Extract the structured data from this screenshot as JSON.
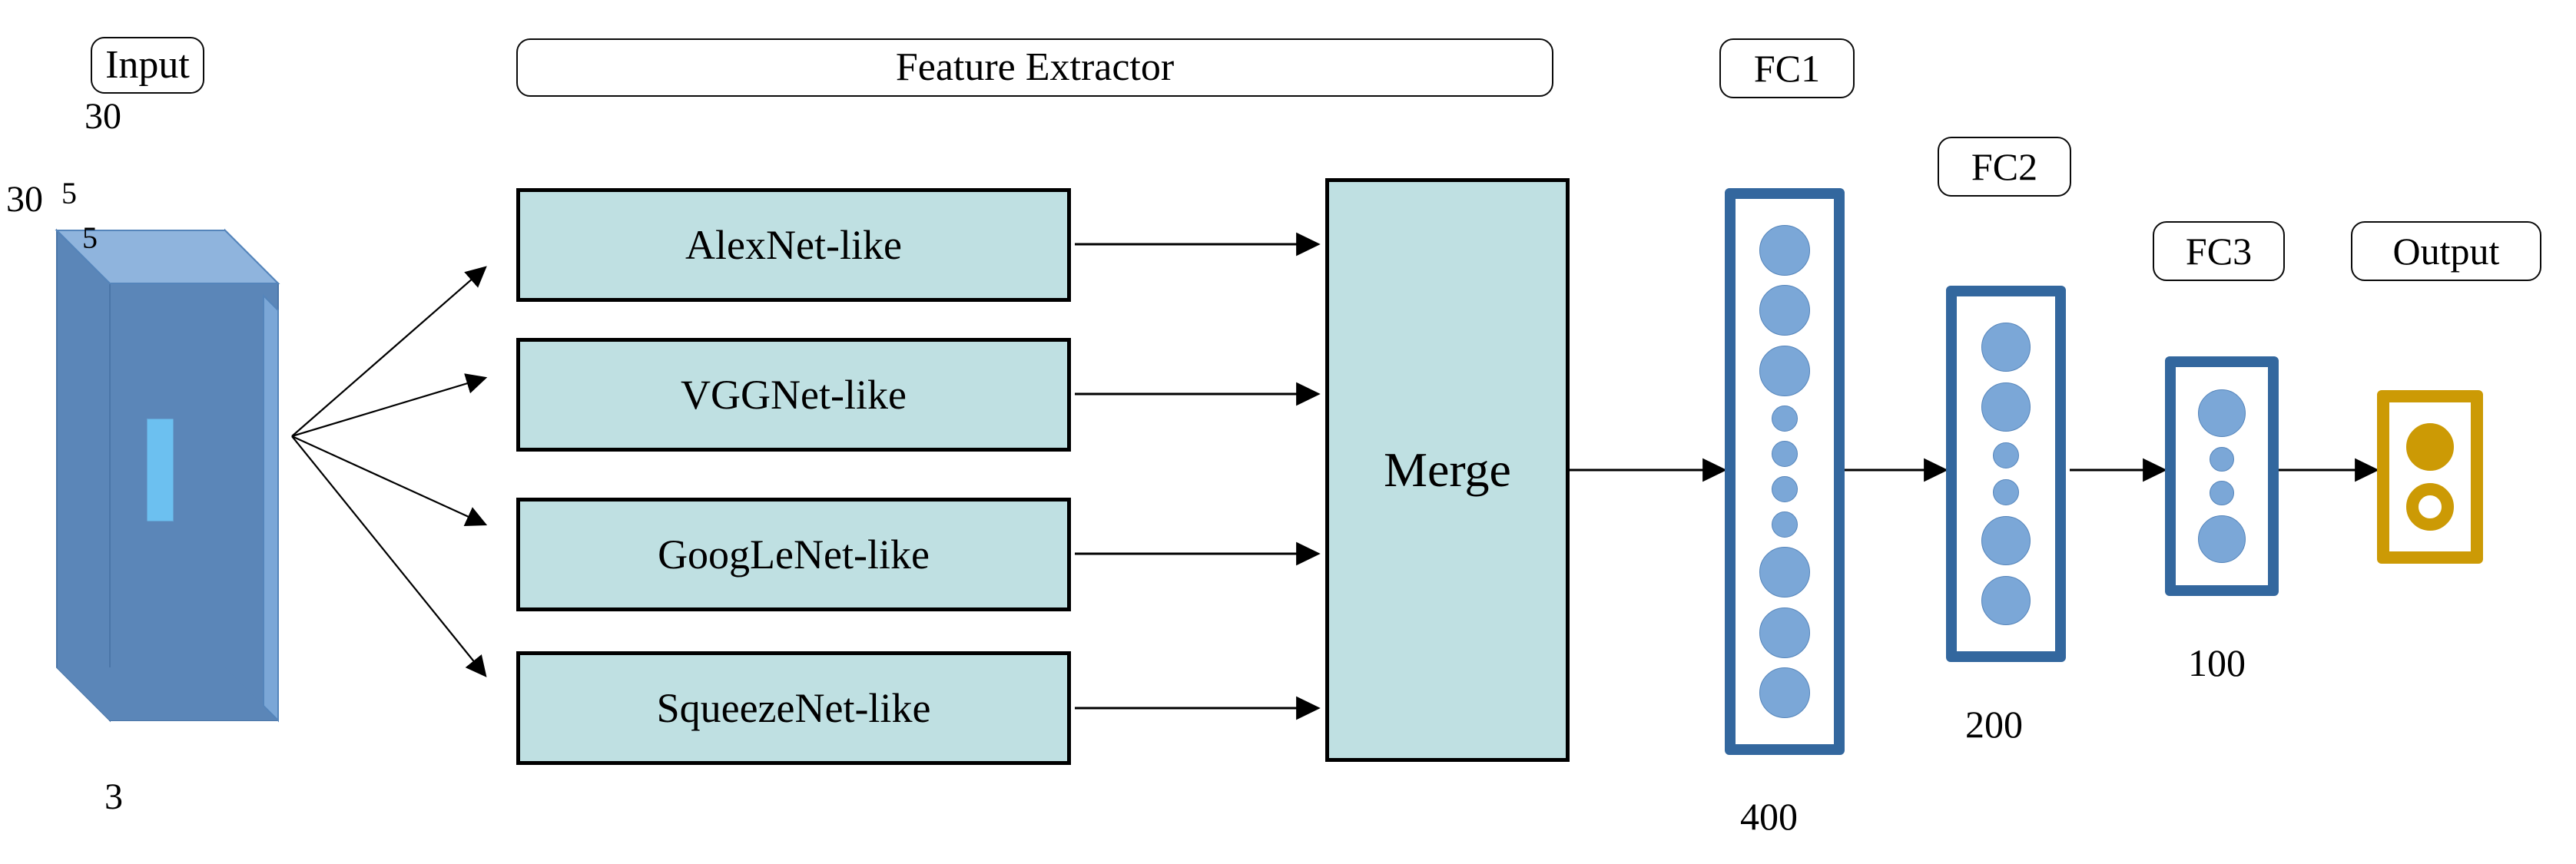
{
  "diagram": {
    "title": "Multi-branch CNN architecture",
    "background": "#ffffff"
  },
  "palette": {
    "extractor_fill": "#bfe0e2",
    "extractor_border": "#000000",
    "volume_front": "#5b86b8",
    "volume_side": "#7ba7d7",
    "volume_patch": "#6cc0f0",
    "fc_border": "#33679e",
    "fc_node": "#7ba7d7",
    "output_border": "#cc9a05",
    "output_node": "#cc9a05",
    "arrow": "#000000"
  },
  "captions": {
    "input": "Input",
    "feature_extractor": "Feature  Extractor",
    "fc1": "FC1",
    "fc2": "FC2",
    "fc3": "FC3",
    "output": "Output"
  },
  "input_volume": {
    "width_label": "30",
    "height_label": "30",
    "depth_label": "3",
    "patch_width_label": "5",
    "patch_height_label": "5"
  },
  "extractor": {
    "branches": [
      {
        "label": "AlexNet-like"
      },
      {
        "label": "VGGNet-like"
      },
      {
        "label": "GoogLeNet-like"
      },
      {
        "label": "SqueezeNet-like"
      }
    ],
    "merge_label": "Merge"
  },
  "dense_layers": [
    {
      "name": "FC1",
      "units_label": "400",
      "large_nodes": 6,
      "small_nodes": 4
    },
    {
      "name": "FC2",
      "units_label": "200",
      "large_nodes": 4,
      "small_nodes": 2
    },
    {
      "name": "FC3",
      "units_label": "100",
      "large_nodes": 2,
      "small_nodes": 2
    }
  ],
  "output_layer": {
    "name": "Output",
    "classes": 2,
    "node_styles": [
      "filled",
      "hollow"
    ]
  },
  "flow": {
    "fanout_from": "input_volume",
    "fanout_to": [
      "AlexNet-like",
      "VGGNet-like",
      "GoogLeNet-like",
      "SqueezeNet-like"
    ],
    "merge_inputs": 4,
    "chain": [
      "Merge",
      "FC1",
      "FC2",
      "FC3",
      "Output"
    ]
  }
}
